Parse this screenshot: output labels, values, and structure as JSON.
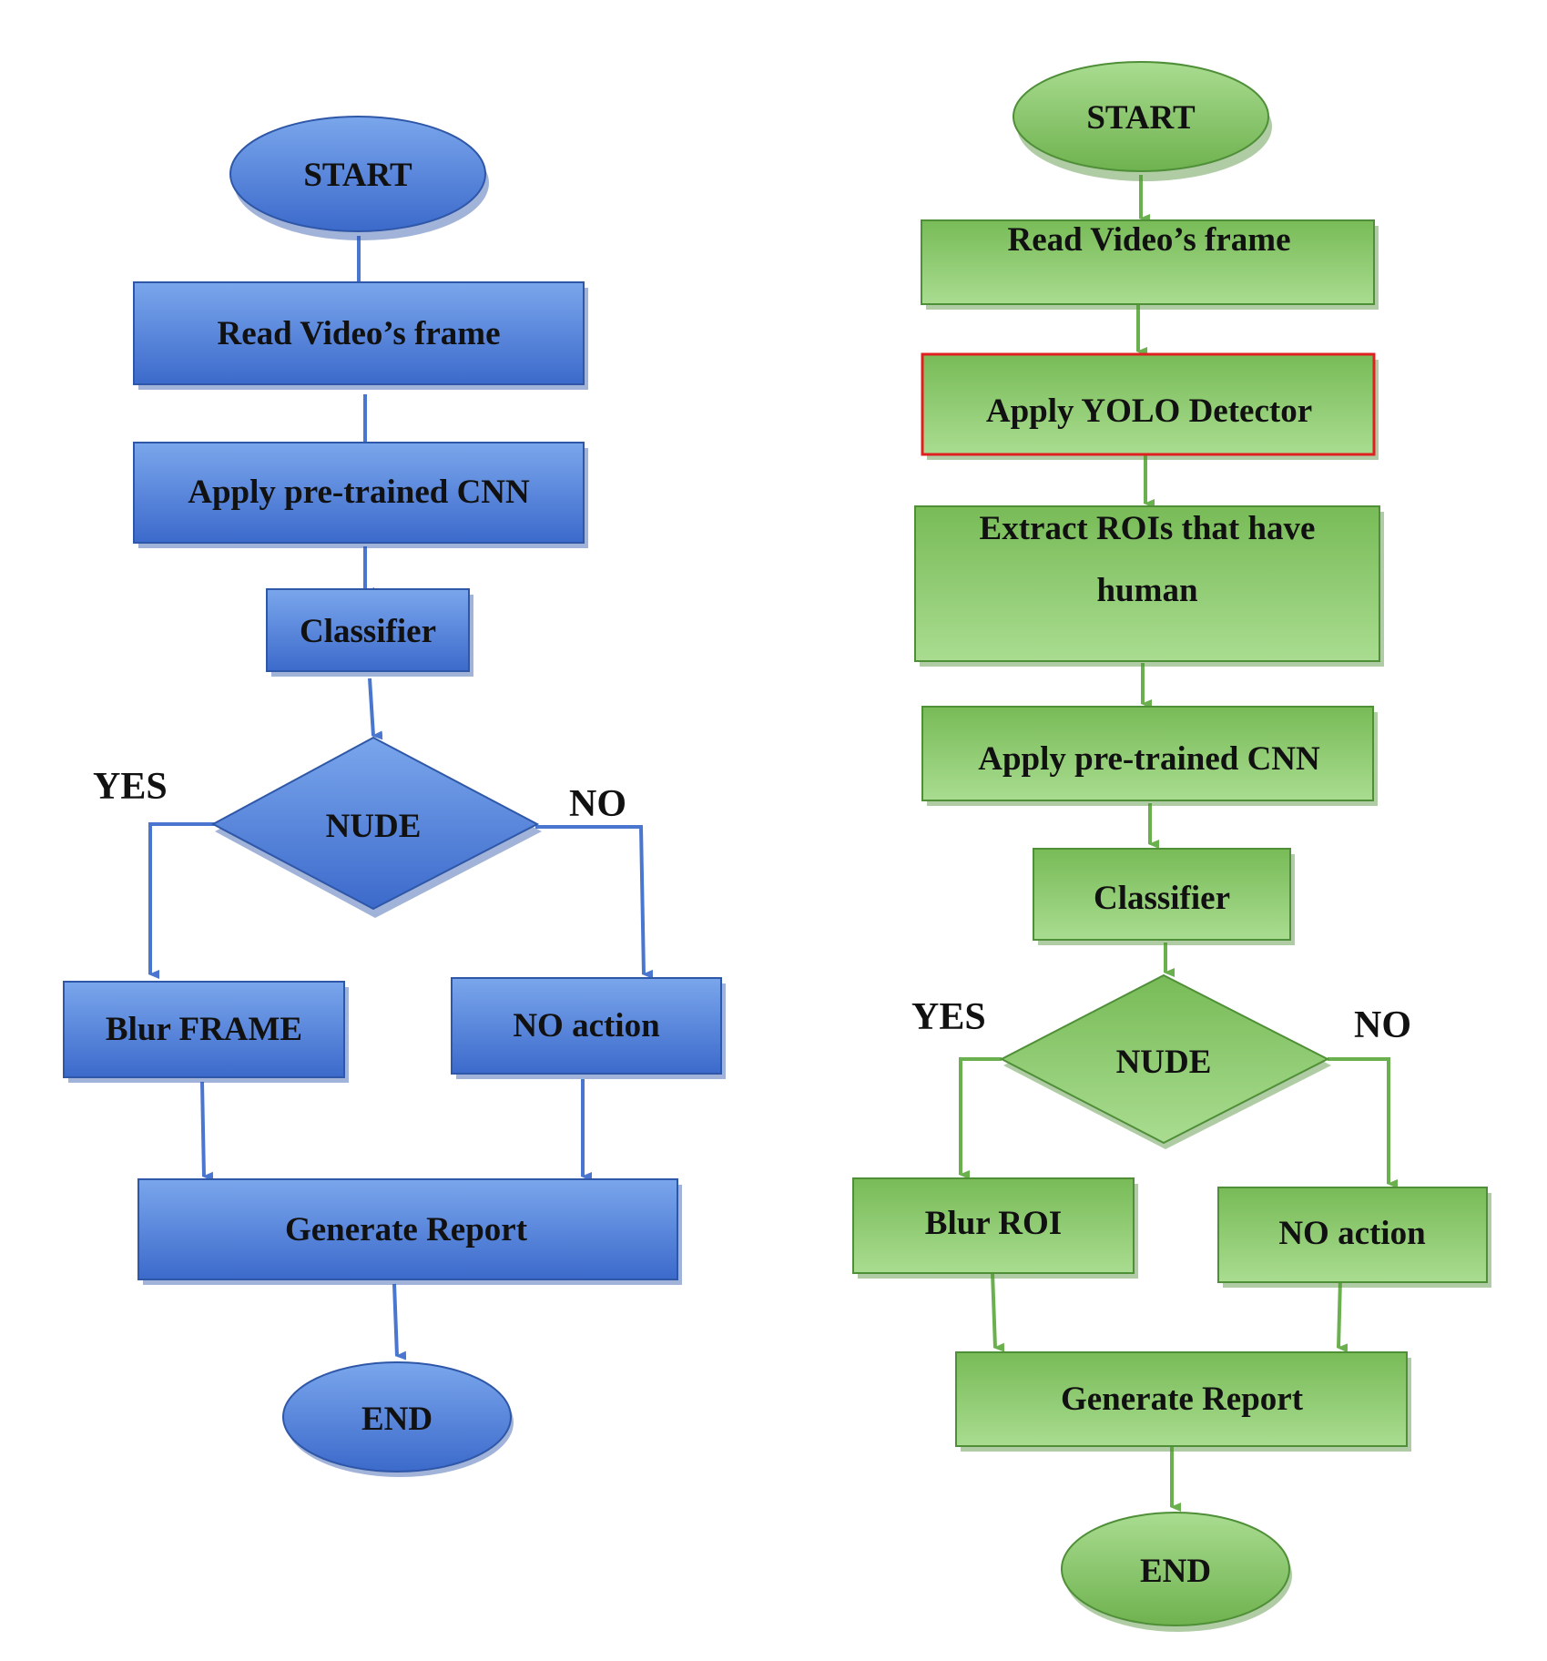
{
  "colors": {
    "blue_top": "#6f9ce6",
    "blue_bottom": "#3e6fcf",
    "blue_stroke": "#2f57a8",
    "blue_arrow": "#4a76d0",
    "green_top": "#a6d98c",
    "green_bottom": "#73b653",
    "green_stroke": "#4f8f38",
    "green_arrow": "#6bb04e",
    "highlight_border": "#e02020"
  },
  "left_flow": {
    "start": "START",
    "read_frame": "Read Video’s frame",
    "apply_cnn": "Apply pre-trained  CNN",
    "classifier": "Classifier",
    "decision": "NUDE",
    "yes_label": "YES",
    "no_label": "NO",
    "yes_action": "Blur FRAME",
    "no_action": "NO action",
    "report": "Generate Report",
    "end": "END"
  },
  "right_flow": {
    "start": "START",
    "read_frame": "Read Video’s frame",
    "yolo": "Apply YOLO Detector",
    "extract_line1": "Extract ROIs that have",
    "extract_line2": "human",
    "apply_cnn": "Apply pre-trained  CNN",
    "classifier": "Classifier",
    "decision": "NUDE",
    "yes_label": "YES",
    "no_label": "NO",
    "yes_action": "Blur ROI",
    "no_action": "NO action",
    "report": "Generate Report",
    "end": "END"
  }
}
